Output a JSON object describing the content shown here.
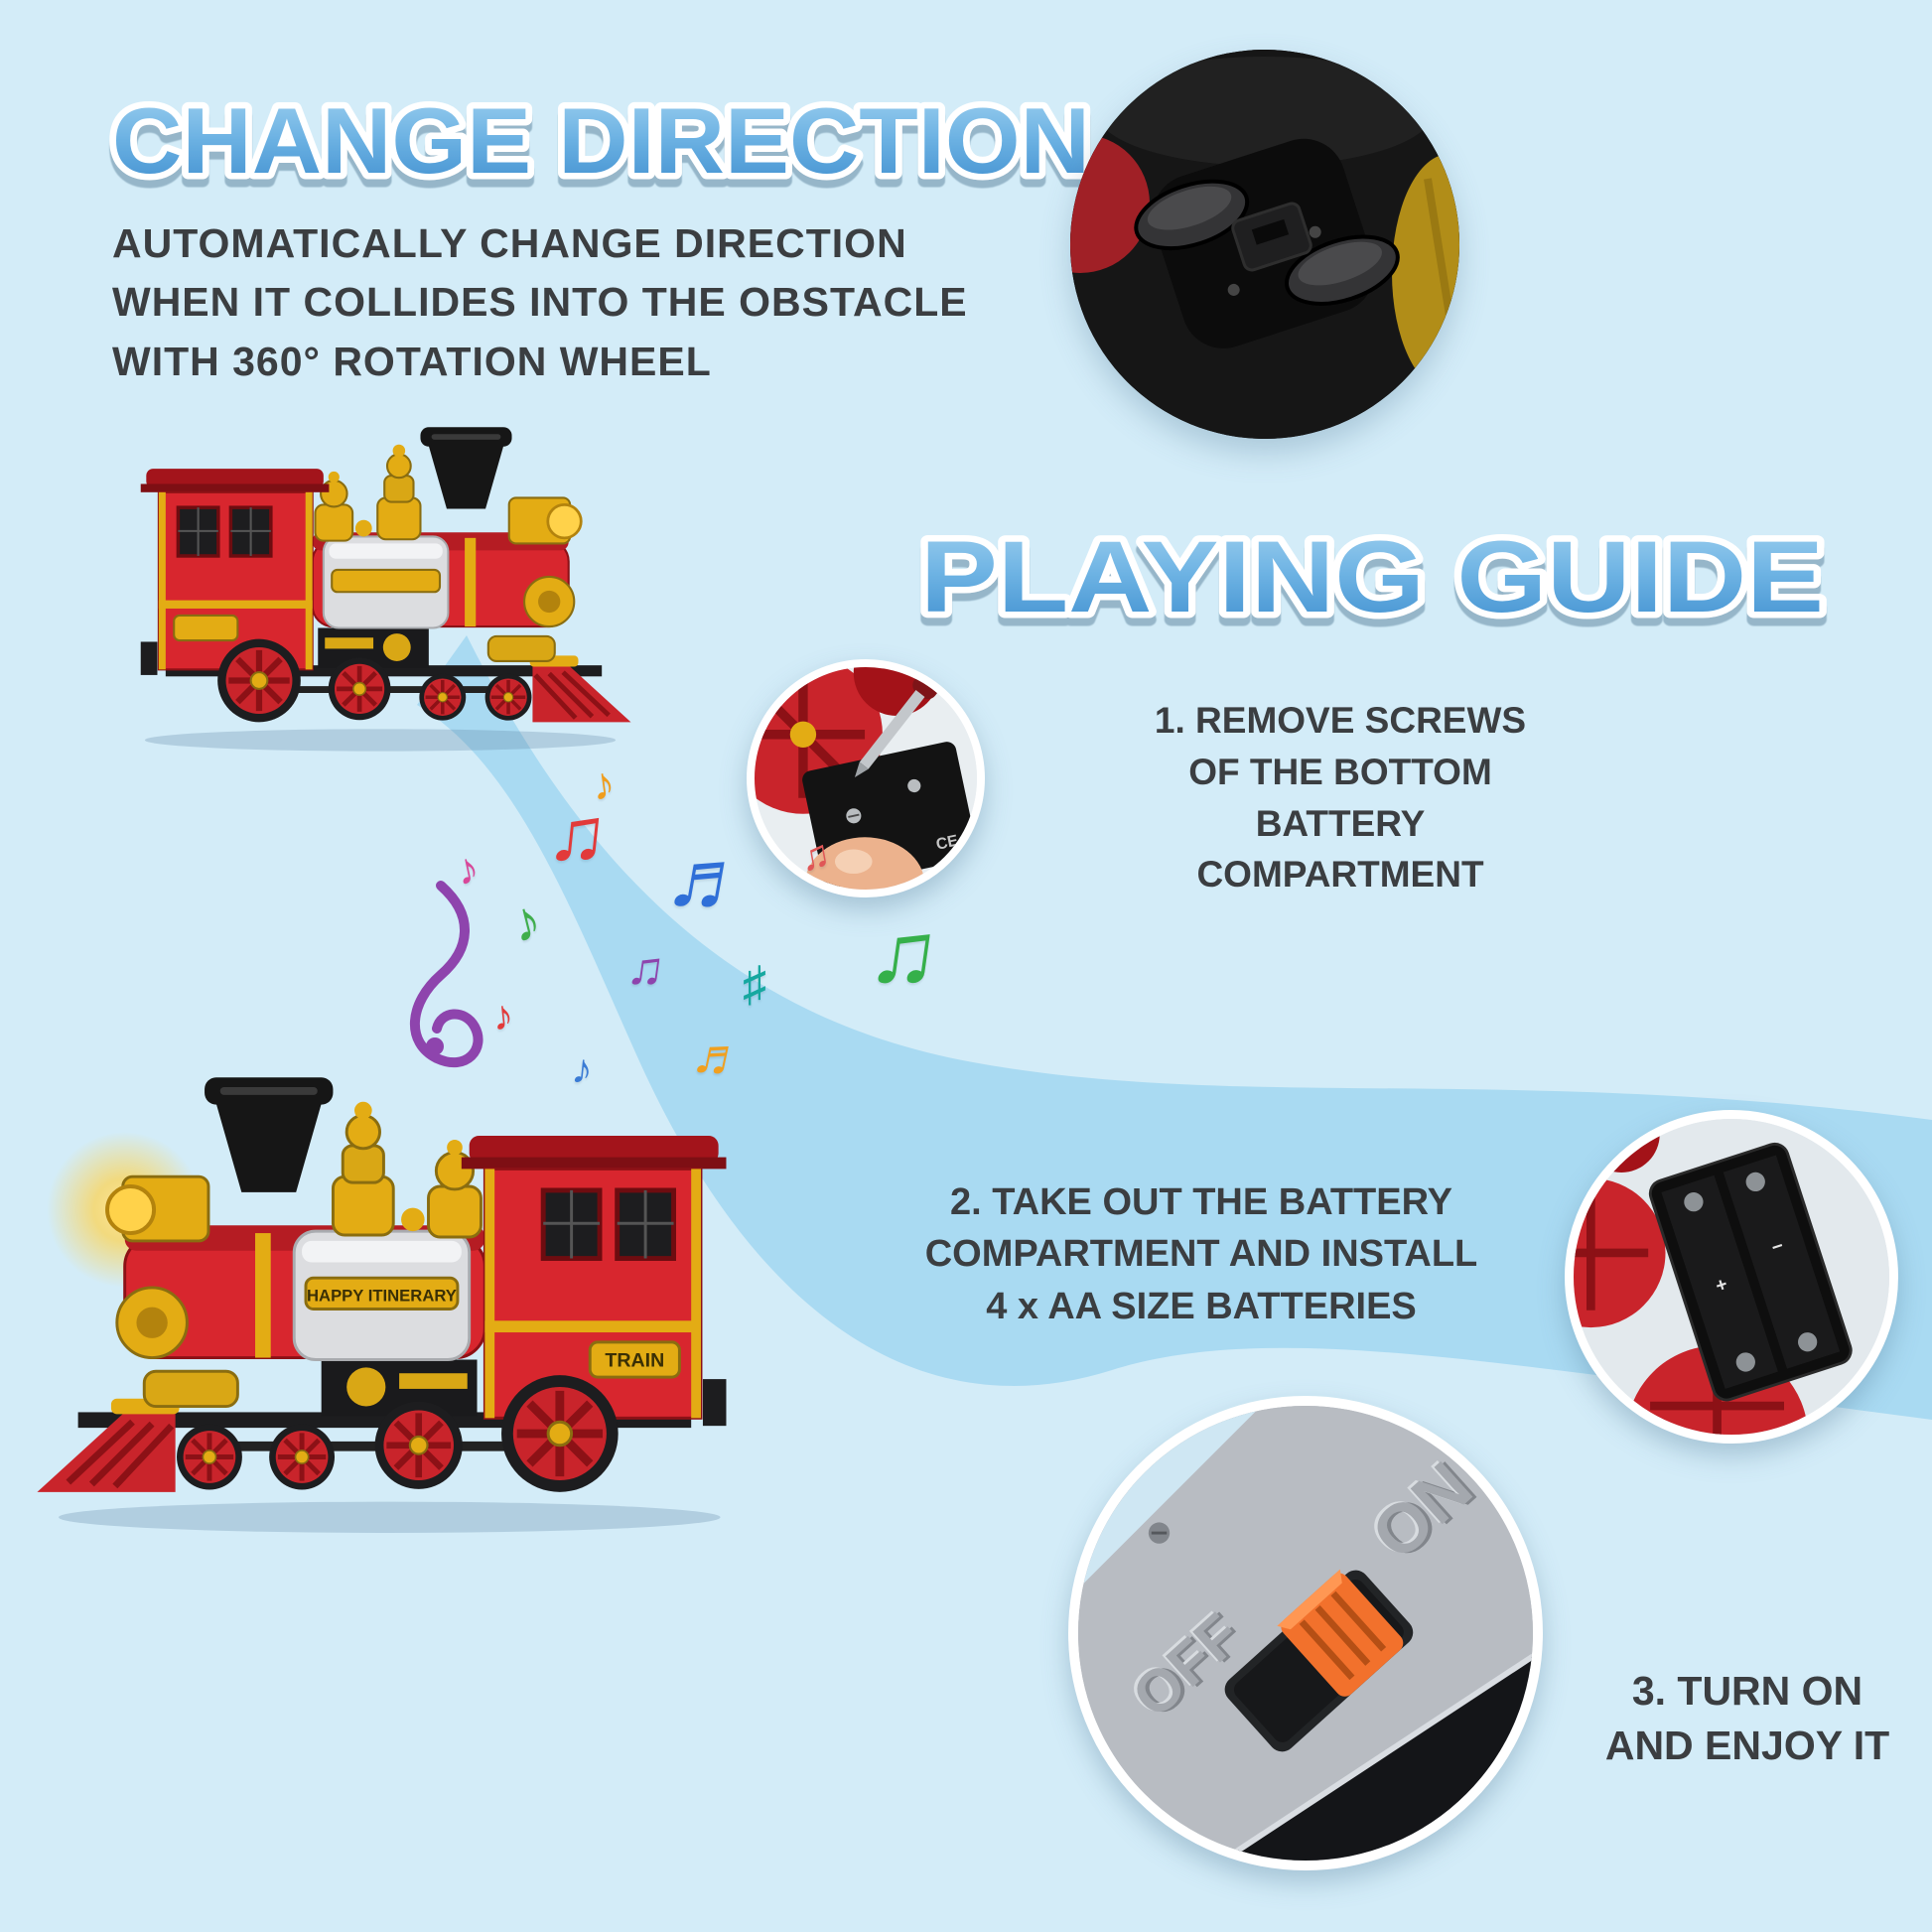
{
  "palette": {
    "background": "#d3ecf8",
    "swoosh": "#a6d9f1",
    "title_blue_light": "#9fd0ef",
    "title_blue_dark": "#3e8ecf",
    "body_text": "#3b3e41",
    "train_red": "#d8262e",
    "train_gold": "#e3ac14",
    "switch_orange": "#f2712c"
  },
  "change_direction": {
    "title": "CHANGE DIRECTION",
    "description": "AUTOMATICALLY CHANGE DIRECTION\nWHEN IT COLLIDES INTO THE OBSTACLE\nWITH 360° ROTATION WHEEL"
  },
  "playing_guide": {
    "title": "PLAYING GUIDE",
    "steps": [
      {
        "text": "1. REMOVE SCREWS\nOF THE BOTTOM\nBATTERY COMPARTMENT"
      },
      {
        "text": "2. TAKE OUT THE BATTERY\nCOMPARTMENT AND INSTALL\n4 x AA SIZE BATTERIES"
      },
      {
        "text": "3. TURN ON\nAND ENJOY IT"
      }
    ]
  },
  "train": {
    "boiler_plaque": "HAPPY ITINERARY",
    "side_plaque": "TRAIN"
  },
  "switch_photo": {
    "on_label": "ON",
    "off_label": "OFF"
  },
  "battery_photo": {
    "plus_mark": "+",
    "minus_mark": "−"
  },
  "screw_photo": {
    "ce_mark": "CE"
  },
  "music_notes": {
    "glyphs": [
      "♪",
      "♫",
      "♬",
      "♪",
      "♫",
      "♪",
      "♯",
      "♪",
      "♫",
      "♬",
      "♪",
      "♫"
    ]
  }
}
